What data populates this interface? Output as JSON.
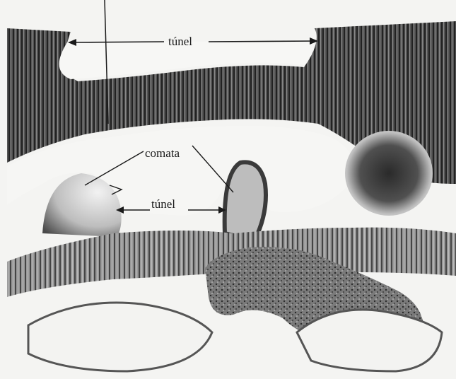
{
  "labels": {
    "tunnel_top": "túnel",
    "comata": "comata",
    "tunnel_middle": "túnel"
  },
  "palette": {
    "ink": "#1a1a1a",
    "tissue_dark": "#2b2b2b",
    "tissue_mid": "#6e6e6e",
    "tissue_light": "#c9c9c9",
    "paper": "#f4f4f2"
  }
}
